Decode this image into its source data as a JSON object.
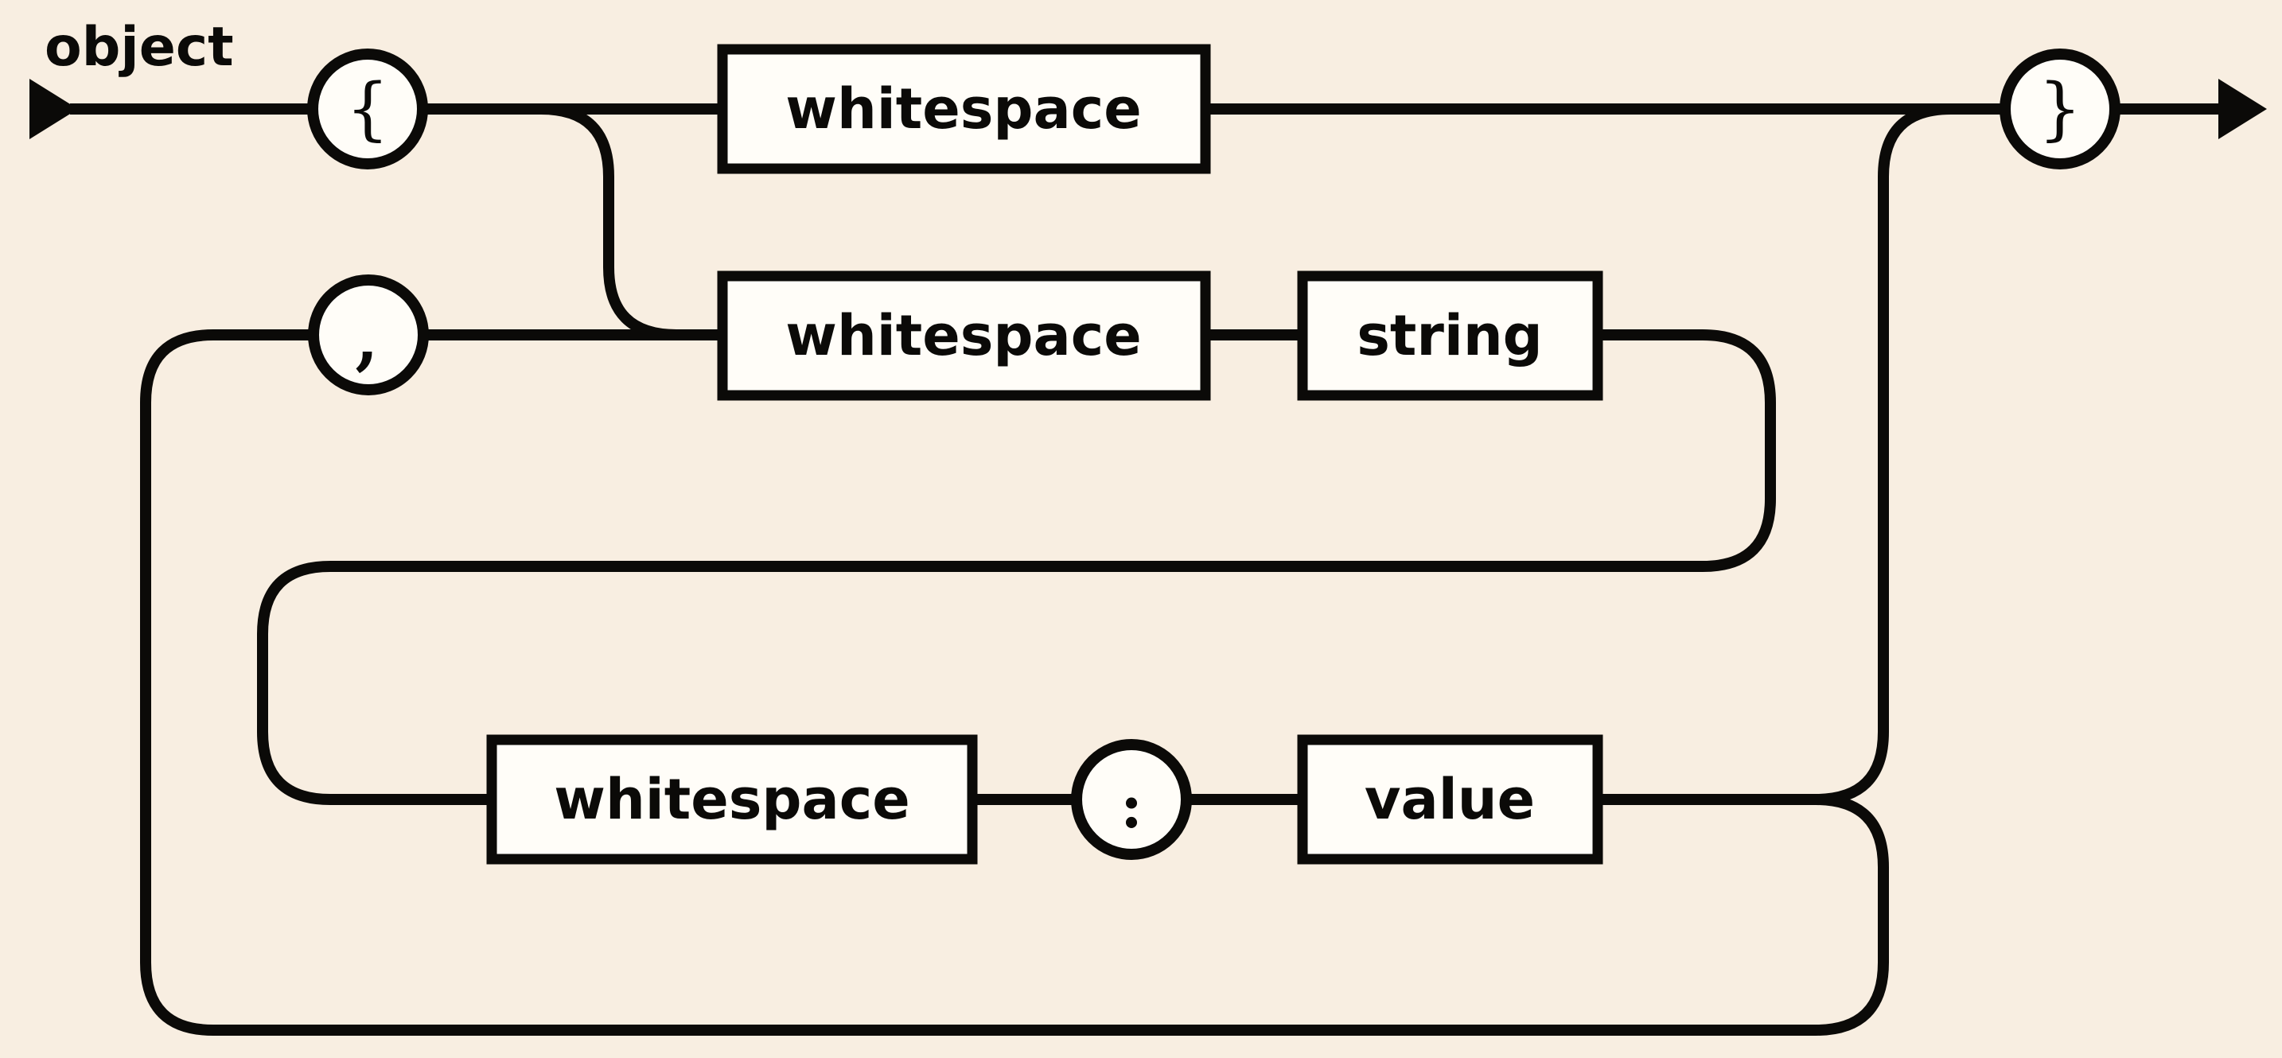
{
  "diagram": {
    "title": "object",
    "terminals": {
      "open_brace": "{",
      "comma": ",",
      "colon": ":",
      "close_brace": "}"
    },
    "nonterminals": {
      "ws_top": "whitespace",
      "ws_member": "whitespace",
      "string": "string",
      "ws_value": "whitespace",
      "value": "value"
    },
    "colors": {
      "background": "#f8eee1",
      "line": "#0b0a08",
      "node_fill": "#fffdf8",
      "text": "#0b0a08"
    }
  }
}
